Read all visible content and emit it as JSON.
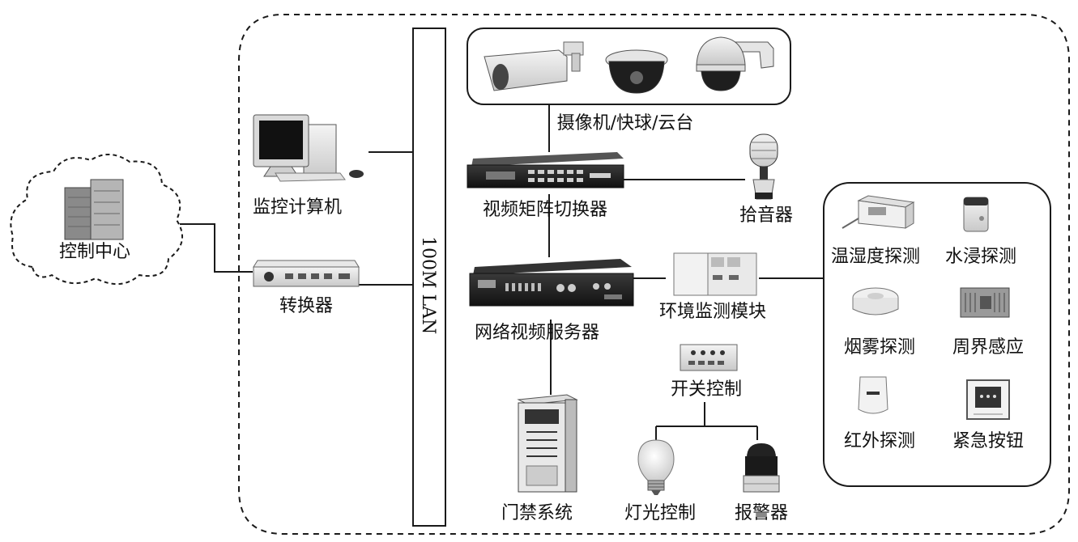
{
  "colors": {
    "line": "#1a1a1a",
    "device_dark": "#2a2a2a",
    "device_light": "#e6e6e6",
    "background": "#ffffff"
  },
  "labels": {
    "control_center": "控制中心",
    "monitor_computer": "监控计算机",
    "converter": "转换器",
    "lan": "100M LAN",
    "cameras": "摄像机/快球/云台",
    "video_matrix": "视频矩阵切换器",
    "pickup": "拾音器",
    "network_video_server": "网络视频服务器",
    "env_module": "环境监测模块",
    "switch_control": "开关控制",
    "access_control": "门禁系统",
    "light_control": "灯光控制",
    "alarm": "报警器"
  },
  "sensors": [
    {
      "label": "温湿度探测",
      "icon": "thermo-hygrometer-icon"
    },
    {
      "label": "水浸探测",
      "icon": "water-sensor-icon"
    },
    {
      "label": "烟雾探测",
      "icon": "smoke-detector-icon"
    },
    {
      "label": "周界感应",
      "icon": "perimeter-sensor-icon"
    },
    {
      "label": "红外探测",
      "icon": "infrared-detector-icon"
    },
    {
      "label": "紧急按钮",
      "icon": "emergency-button-icon"
    }
  ],
  "icons": {
    "control_center": "server-tower-cloud-icon",
    "monitor_computer": "desktop-computer-icon",
    "converter": "converter-box-icon",
    "camera_bullet": "bullet-camera-icon",
    "camera_dome": "dome-camera-icon",
    "camera_ptz": "ptz-camera-icon",
    "video_matrix": "rack-switch-icon",
    "pickup": "microphone-icon",
    "network_video_server": "video-server-icon",
    "env_module": "cabinet-module-icon",
    "switch_control": "switch-panel-icon",
    "access_control": "pc-tower-icon",
    "light_control": "light-bulb-icon",
    "alarm": "siren-icon"
  }
}
